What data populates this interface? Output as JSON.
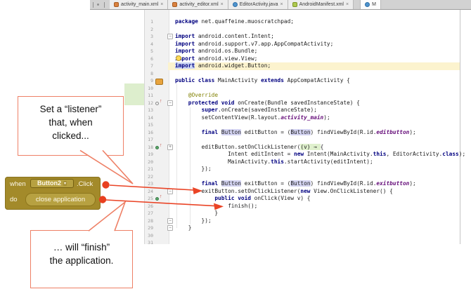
{
  "window": {
    "tabs": [
      {
        "label": "activity_main.xml",
        "icon": "layout-xml",
        "close": "×",
        "active": false
      },
      {
        "label": "activity_editor.xml",
        "icon": "layout-xml",
        "close": "×",
        "active": false
      },
      {
        "label": "EditorActivity.java",
        "icon": "java-class",
        "close": "×",
        "active": false
      },
      {
        "label": "AndroidManifest.xml",
        "icon": "android-manifest",
        "close": "×",
        "active": false
      },
      {
        "label": "M",
        "icon": "java-class",
        "close": "",
        "active": true
      }
    ]
  },
  "editor": {
    "caret_line": 7,
    "lines": [
      {
        "n": 1,
        "seg": [
          [
            "kw",
            "package"
          ],
          [
            "pl",
            " net.quaffeine.muoscratchpad;"
          ]
        ]
      },
      {
        "n": 2,
        "seg": []
      },
      {
        "n": 3,
        "seg": [
          [
            "kw",
            "import"
          ],
          [
            "pl",
            " android.content.Intent;"
          ]
        ]
      },
      {
        "n": 4,
        "seg": [
          [
            "kw",
            "import"
          ],
          [
            "pl",
            " android.support.v7.app.AppCompatActivity;"
          ]
        ]
      },
      {
        "n": 5,
        "seg": [
          [
            "kw",
            "import"
          ],
          [
            "pl",
            " android.os.Bundle;"
          ]
        ]
      },
      {
        "n": 6,
        "seg": [
          [
            "kw",
            "import"
          ],
          [
            "pl",
            " android.view.View;"
          ]
        ]
      },
      {
        "n": 7,
        "seg": [
          [
            "kw kwh",
            "import"
          ],
          [
            "pl",
            " android.widget.Button;"
          ]
        ]
      },
      {
        "n": 8,
        "seg": []
      },
      {
        "n": 9,
        "seg": [
          [
            "kw",
            "public class"
          ],
          [
            "pl",
            " MainActivity "
          ],
          [
            "kw",
            "extends"
          ],
          [
            "pl",
            " AppCompatActivity {"
          ]
        ]
      },
      {
        "n": 10,
        "seg": []
      },
      {
        "n": 11,
        "seg": [
          [
            "pl",
            "    "
          ],
          [
            "ann",
            "@Override"
          ]
        ]
      },
      {
        "n": 12,
        "seg": [
          [
            "pl",
            "    "
          ],
          [
            "kw",
            "protected void"
          ],
          [
            "pl",
            " onCreate(Bundle savedInstanceState) {"
          ]
        ]
      },
      {
        "n": 13,
        "seg": [
          [
            "pl",
            "        "
          ],
          [
            "kw",
            "super"
          ],
          [
            "pl",
            ".onCreate(savedInstanceState);"
          ]
        ]
      },
      {
        "n": 14,
        "seg": [
          [
            "pl",
            "        setContentView(R.layout."
          ],
          [
            "fld",
            "activity_main"
          ],
          [
            "pl",
            ");"
          ]
        ]
      },
      {
        "n": 15,
        "seg": []
      },
      {
        "n": 16,
        "seg": [
          [
            "pl",
            "        "
          ],
          [
            "kw",
            "final"
          ],
          [
            "pl",
            " "
          ],
          [
            "pl hi",
            "Button"
          ],
          [
            "pl",
            " editButton = ("
          ],
          [
            "pl hi",
            "Button"
          ],
          [
            "pl",
            ") findViewById(R.id."
          ],
          [
            "fld",
            "editbutton"
          ],
          [
            "pl",
            ");"
          ]
        ]
      },
      {
        "n": 17,
        "seg": []
      },
      {
        "n": 18,
        "seg": [
          [
            "pl",
            "        editButton.setOnClickListener("
          ],
          [
            "pl lam",
            "(v) → "
          ],
          [
            "pl",
            "{"
          ]
        ]
      },
      {
        "n": 19,
        "seg": [
          [
            "pl",
            "                Intent editIntent = "
          ],
          [
            "kw",
            "new"
          ],
          [
            "pl",
            " Intent(MainActivity."
          ],
          [
            "kw",
            "this"
          ],
          [
            "pl",
            ", EditorActivity."
          ],
          [
            "kw",
            "class"
          ],
          [
            "pl",
            ");"
          ]
        ]
      },
      {
        "n": 20,
        "seg": [
          [
            "pl",
            "                MainActivity."
          ],
          [
            "kw",
            "this"
          ],
          [
            "pl",
            ".startActivity(editIntent);"
          ]
        ]
      },
      {
        "n": 21,
        "seg": [
          [
            "pl",
            "        });"
          ]
        ]
      },
      {
        "n": 22,
        "seg": []
      },
      {
        "n": 23,
        "seg": [
          [
            "pl",
            "        "
          ],
          [
            "kw",
            "final"
          ],
          [
            "pl",
            " "
          ],
          [
            "pl hi",
            "Button"
          ],
          [
            "pl",
            " exitButton = ("
          ],
          [
            "pl hi",
            "Button"
          ],
          [
            "pl",
            ") findViewById(R.id."
          ],
          [
            "fld",
            "exitbutton"
          ],
          [
            "pl",
            ");"
          ]
        ]
      },
      {
        "n": 24,
        "seg": [
          [
            "pl",
            "        exitButton.setOnClickListener("
          ],
          [
            "kw",
            "new"
          ],
          [
            "pl",
            " View.OnClickListener() {"
          ]
        ]
      },
      {
        "n": 25,
        "seg": [
          [
            "pl",
            "            "
          ],
          [
            "kw",
            "public void"
          ],
          [
            "pl",
            " onClick(View v) {"
          ]
        ]
      },
      {
        "n": 26,
        "seg": [
          [
            "pl",
            "                finish();"
          ]
        ]
      },
      {
        "n": 27,
        "seg": [
          [
            "pl",
            "            }"
          ]
        ]
      },
      {
        "n": 28,
        "seg": [
          [
            "pl",
            "        });"
          ]
        ]
      },
      {
        "n": 29,
        "seg": [
          [
            "pl",
            "    }"
          ]
        ]
      },
      {
        "n": 30,
        "seg": []
      },
      {
        "n": 31,
        "seg": []
      }
    ],
    "gutter_icons": [
      {
        "line": 9,
        "type": "bookmark",
        "name": "bookmark-icon"
      },
      {
        "line": 12,
        "type": "override",
        "name": "overrides-method-icon"
      },
      {
        "line": 18,
        "type": "implement",
        "name": "implements-method-icon"
      },
      {
        "line": 25,
        "type": "implement",
        "name": "implements-method-icon"
      }
    ],
    "fold_icons": [
      {
        "line": 3,
        "sym": "−"
      },
      {
        "line": 12,
        "sym": "−"
      },
      {
        "line": 18,
        "sym": "+"
      },
      {
        "line": 24,
        "sym": "−"
      },
      {
        "line": 28,
        "sym": "−"
      },
      {
        "line": 29,
        "sym": "−"
      }
    ]
  },
  "callouts": {
    "box1": {
      "l1": "Set a “listener”",
      "l2": "that, when",
      "l3": "clicked..."
    },
    "box2": {
      "l1": "… will “finish”",
      "l2": "the application."
    }
  },
  "blocks": {
    "when_label": "when",
    "event_source": "Button2",
    "dropdown_arrow": "▾",
    "event_suffix": ".Click",
    "do_label": "do",
    "action_label": "close application"
  },
  "colors": {
    "arrow": "#ea4426",
    "callout_border": "#ee8066",
    "block_outer": "#a38a2a",
    "block_inner": "#b7a141",
    "keyword": "#000080",
    "annotation": "#808000",
    "field": "#660E7A",
    "caret_line_bg": "#fcf3ce"
  }
}
